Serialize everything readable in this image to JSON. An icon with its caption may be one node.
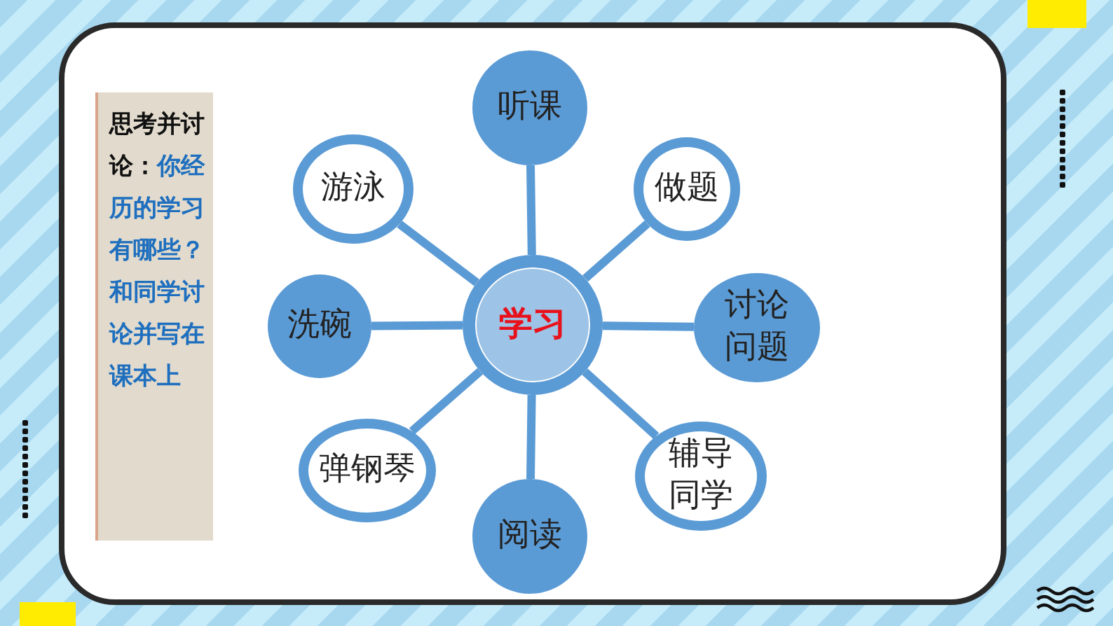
{
  "diagram": {
    "nodes": [
      {
        "text": [
          "思考并讨论：",
          "你经历的学习有哪些？和同学讨论并写在课本上"
        ]
      },
      {
        "text": [
          "学习"
        ]
      },
      {
        "text": [
          "听课"
        ]
      },
      {
        "text": [
          "做题"
        ]
      },
      {
        "text": [
          "讨论问题"
        ]
      },
      {
        "text": [
          "辅导同学"
        ]
      },
      {
        "text": [
          "阅读"
        ]
      },
      {
        "text": [
          "弹钢琴"
        ]
      },
      {
        "text": [
          "洗碗"
        ]
      },
      {
        "text": [
          "游泳"
        ]
      }
    ],
    "edges": [
      {
        "from": 1,
        "to": 2,
        "arrow": "none"
      },
      {
        "from": 1,
        "to": 3,
        "arrow": "none"
      },
      {
        "from": 1,
        "to": 4,
        "arrow": "none"
      },
      {
        "from": 1,
        "to": 5,
        "arrow": "none"
      },
      {
        "from": 1,
        "to": 6,
        "arrow": "none"
      },
      {
        "from": 1,
        "to": 7,
        "arrow": "none"
      },
      {
        "from": 1,
        "to": 8,
        "arrow": "none"
      },
      {
        "from": 1,
        "to": 9,
        "arrow": "none"
      }
    ]
  }
}
